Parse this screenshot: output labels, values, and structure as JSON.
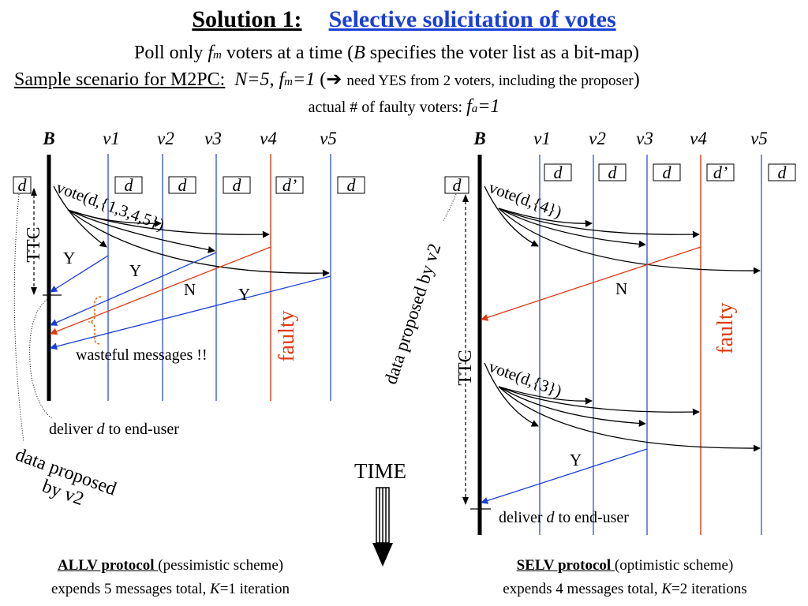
{
  "title": {
    "part1": "Solution 1:",
    "part2": "Selective solicitation of votes"
  },
  "subtitle": {
    "line1_a": "Poll only ",
    "line1_f": "f",
    "line1_fsub": "m",
    "line1_b": " voters at a time (",
    "line1_B": "B",
    "line1_c": " specifies the voter list as a bit-map)",
    "line2_ul": "Sample scenario for M2PC:",
    "line2_n": "N=5,  f",
    "line2_nsub": "m",
    "line2_n2": "=1",
    "line2_paren": " (➔ ",
    "line2_small": "need YES from 2 voters, including the proposer",
    "line2_close": ")",
    "line3_a": "actual # of faulty voters:  ",
    "line3_f": "f",
    "line3_fsub": "a",
    "line3_b": "=1"
  },
  "left": {
    "nodes": [
      "B",
      "v1",
      "v2",
      "v3",
      "v4",
      "v5"
    ],
    "data_labels": [
      "d",
      "d",
      "d",
      "d",
      "d’",
      "d"
    ],
    "vote_label": "vote(d,{1,3,4,5})",
    "ttc": "TTC",
    "replies": [
      "Y",
      "Y",
      "N",
      "Y"
    ],
    "faulty": "faulty",
    "wasteful": "wasteful messages !!",
    "deliver_a": "deliver ",
    "deliver_d": "d",
    "deliver_b": " to end-user",
    "proposed_1": "data proposed",
    "proposed_2": "by v2"
  },
  "right": {
    "nodes": [
      "B",
      "v1",
      "v2",
      "v3",
      "v4",
      "v5"
    ],
    "data_labels": [
      "d",
      "d",
      "d",
      "d",
      "d’",
      "d"
    ],
    "vote_label_1": "vote(d,{4})",
    "vote_label_2": "vote(d,{3})",
    "ttc": "TTC",
    "replies": [
      "N",
      "Y"
    ],
    "faulty": "faulty",
    "proposed": "data proposed by v2",
    "deliver_a": "deliver ",
    "deliver_d": "d",
    "deliver_b": " to end-user"
  },
  "time_label": "TIME",
  "footer": {
    "left_title": "ALLV protocol ",
    "left_desc": "(pessimistic scheme)",
    "left_line2_a": "expends 5 messages total, ",
    "left_line2_k": "K",
    "left_line2_b": "=1 iteration",
    "right_title": "SELV protocol ",
    "right_desc": "(optimistic scheme)",
    "right_line2_a": "expends 4 messages total, ",
    "right_line2_k": "K",
    "right_line2_b": "=2 iterations"
  },
  "colors": {
    "blue": "#1a3fd6",
    "red": "#e03a12",
    "black": "#000000"
  }
}
